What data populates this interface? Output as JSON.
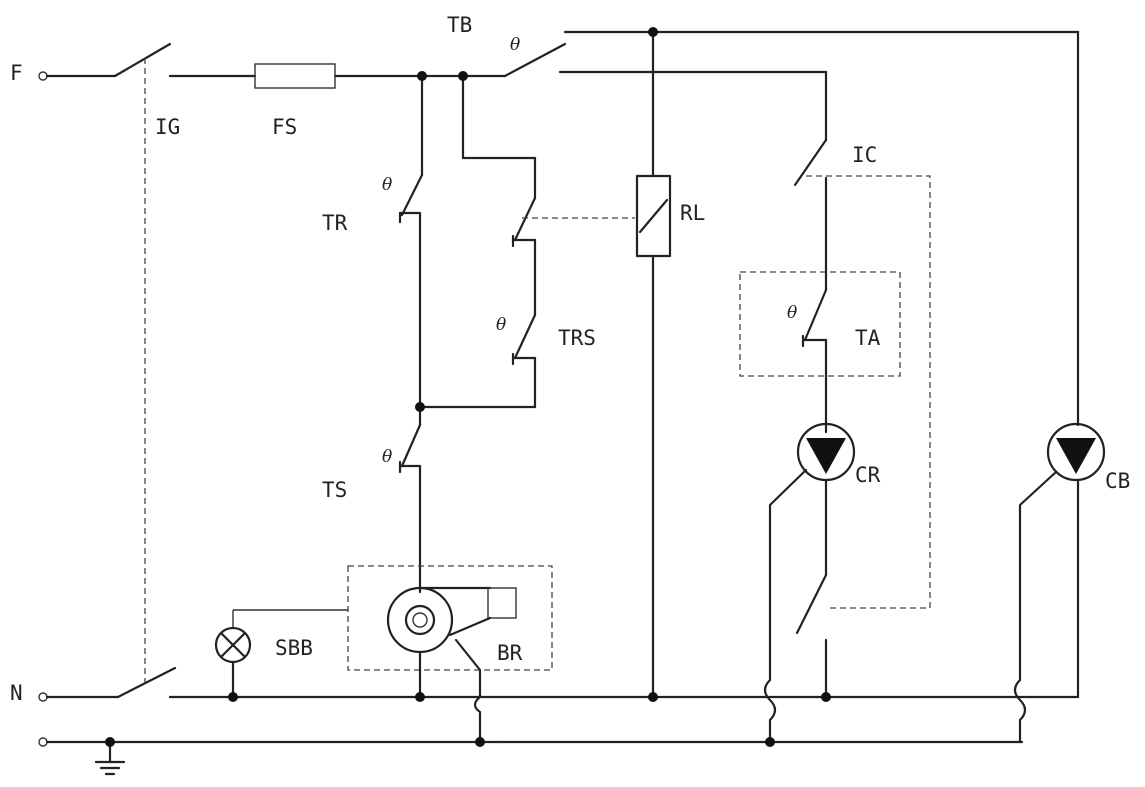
{
  "terminals": {
    "phase": "F",
    "neutral": "N"
  },
  "components": {
    "main_switch": "IG",
    "fuse": "FS",
    "thermostat_tb": "TB",
    "thermostat_tr": "TR",
    "thermostat_trs": "TRS",
    "thermostat_ts": "TS",
    "relay": "RL",
    "contact_ic": "IC",
    "thermostat_ta": "TA",
    "pump_cr": "CR",
    "pump_cb": "CB",
    "lamp": "SBB",
    "burner": "BR"
  },
  "symbols": {
    "thermostat_mark": "θ"
  },
  "icons": {
    "lamp": "lamp-icon",
    "pump": "pump-icon",
    "ground": "ground-icon",
    "burner": "burner-icon"
  }
}
